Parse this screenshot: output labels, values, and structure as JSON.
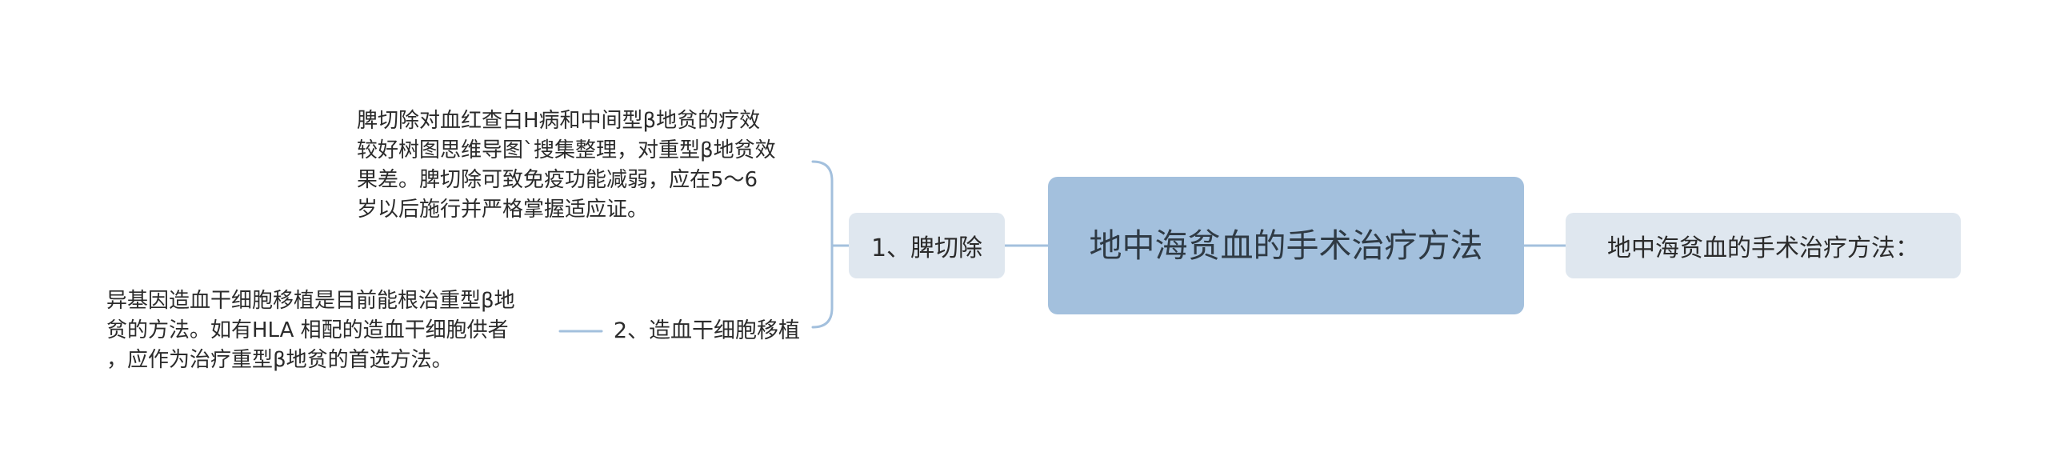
{
  "root": {
    "label": "地中海贫血的手术治疗方法"
  },
  "right_branch": {
    "label": "地中海贫血的手术治疗方法："
  },
  "left_branches": [
    {
      "label": "1、脾切除",
      "detail": "脾切除对血红查白H病和中间型β地贫的疗效\n较好树图思维导图`搜集整理，对重型β地贫效\n果差。脾切除可致免疫功能减弱，应在5～6\n岁以后施行并严格掌握适应证。"
    },
    {
      "label": "2、造血干细胞移植",
      "detail": "异基因造血干细胞移植是目前能根治重型β地\n贫的方法。如有HLA 相配的造血干细胞供者\n，应作为治疗重型β地贫的首选方法。"
    }
  ],
  "colors": {
    "root_fill": "#a3c0dd",
    "sub_fill": "#dfe7ef",
    "connector": "#a3c0dd"
  }
}
